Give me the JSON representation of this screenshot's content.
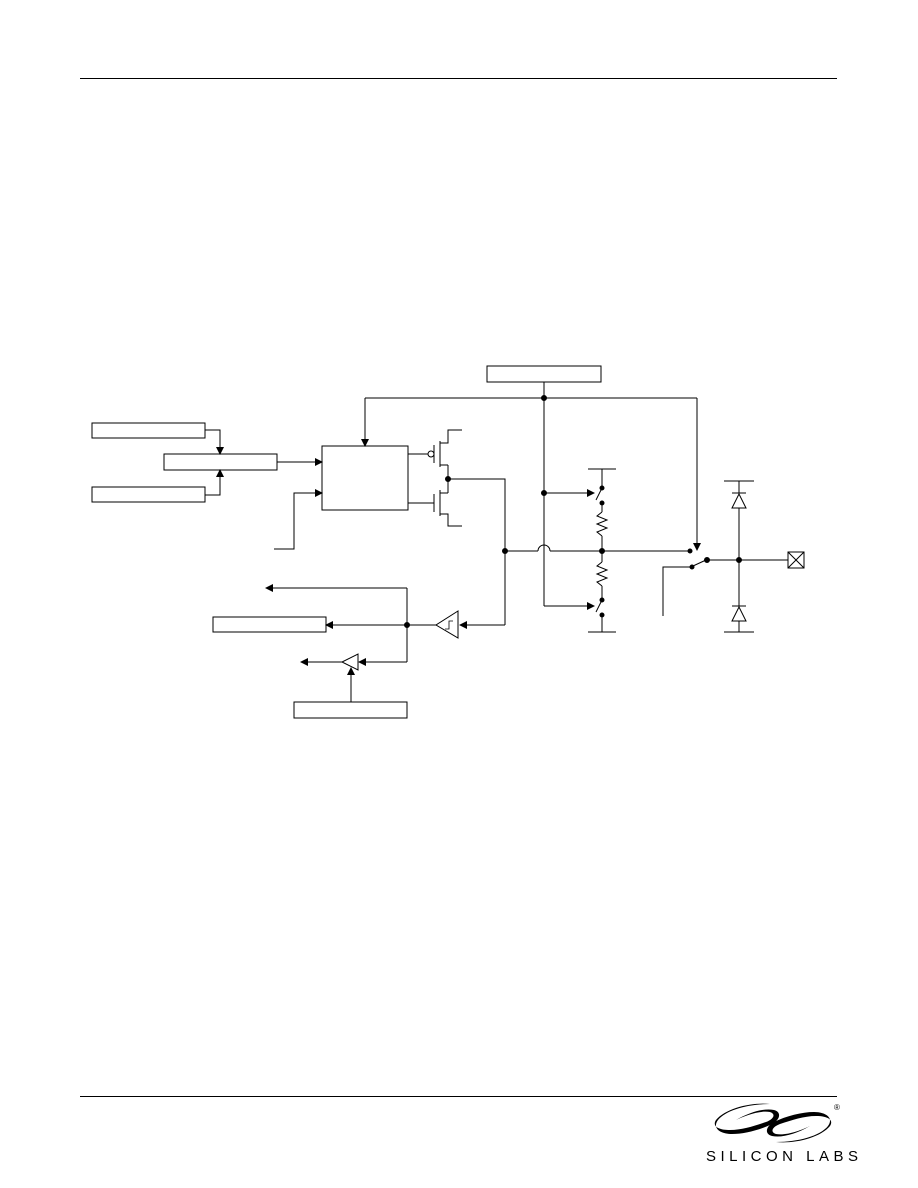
{
  "logo": {
    "wordmark": "SILICON LABS",
    "registered_mark": "®"
  },
  "diagram": {
    "blocks": [
      {
        "id": "top-config-box",
        "label": ""
      },
      {
        "id": "left-input-box-1",
        "label": ""
      },
      {
        "id": "left-mux-box",
        "label": ""
      },
      {
        "id": "left-input-box-2",
        "label": ""
      },
      {
        "id": "control-logic-box",
        "label": ""
      },
      {
        "id": "digital-input-box",
        "label": ""
      },
      {
        "id": "analog-select-box",
        "label": ""
      }
    ]
  }
}
